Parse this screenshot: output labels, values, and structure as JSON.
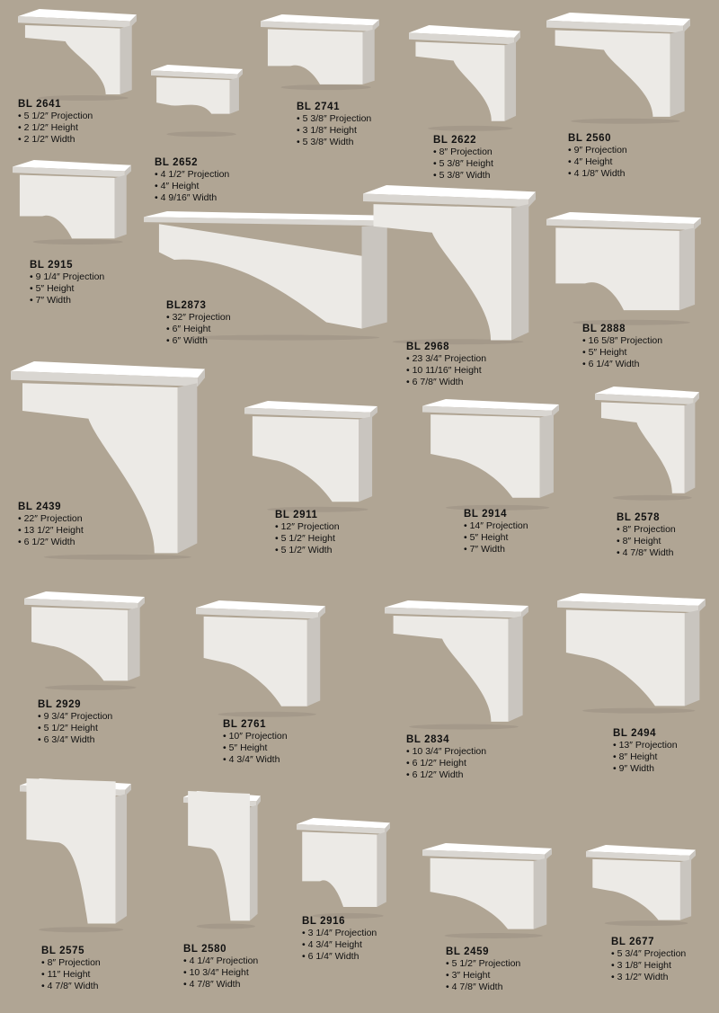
{
  "products": [
    {
      "code": "BL 2641",
      "specs": [
        "5 1/2″ Projection",
        "2 1/2″ Height",
        "2 1/2″ Width"
      ]
    },
    {
      "code": "BL 2652",
      "specs": [
        "4 1/2″ Projection",
        "4″ Height",
        "4 9/16″ Width"
      ]
    },
    {
      "code": "BL 2741",
      "specs": [
        "5 3/8″ Projection",
        "3 1/8″ Height",
        "5 3/8″ Width"
      ]
    },
    {
      "code": "BL 2622",
      "specs": [
        "8″ Projection",
        "5 3/8″ Height",
        "5 3/8″ Width"
      ]
    },
    {
      "code": "BL 2560",
      "specs": [
        "9″ Projection",
        "4″ Height",
        "4 1/8″ Width"
      ]
    },
    {
      "code": "BL 2915",
      "specs": [
        "9 1/4″ Projection",
        "5″ Height",
        "7″ Width"
      ]
    },
    {
      "code": "BL2873",
      "specs": [
        "32″ Projection",
        "6″ Height",
        "6″ Width"
      ]
    },
    {
      "code": "BL 2968",
      "specs": [
        "23 3/4″ Projection",
        "10 11/16″ Height",
        "6 7/8″ Width"
      ]
    },
    {
      "code": "BL 2888",
      "specs": [
        "16 5/8″ Projection",
        "5″ Height",
        "6 1/4″ Width"
      ]
    },
    {
      "code": "BL 2439",
      "specs": [
        "22″ Projection",
        "13 1/2″ Height",
        "6 1/2″ Width"
      ]
    },
    {
      "code": "BL 2911",
      "specs": [
        "12″ Projection",
        "5 1/2″ Height",
        "5 1/2″ Width"
      ]
    },
    {
      "code": "BL 2914",
      "specs": [
        "14″ Projection",
        "5″ Height",
        "7″ Width"
      ]
    },
    {
      "code": "BL 2578",
      "specs": [
        "8″ Projection",
        "8″ Height",
        "4 7/8″ Width"
      ]
    },
    {
      "code": "BL 2929",
      "specs": [
        "9 3/4″ Projection",
        "5 1/2″ Height",
        "6 3/4″ Width"
      ]
    },
    {
      "code": "BL 2761",
      "specs": [
        "10″ Projection",
        "5″ Height",
        "4 3/4″ Width"
      ]
    },
    {
      "code": "BL 2834",
      "specs": [
        "10 3/4″ Projection",
        "6 1/2″ Height",
        "6 1/2″ Width"
      ]
    },
    {
      "code": "BL 2494",
      "specs": [
        "13″ Projection",
        "8″ Height",
        "9″ Width"
      ]
    },
    {
      "code": "BL 2575",
      "specs": [
        "8″ Projection",
        "11″ Height",
        "4 7/8″ Width"
      ]
    },
    {
      "code": "BL 2580",
      "specs": [
        "4 1/4″ Projection",
        "10 3/4″ Height",
        "4 7/8″ Width"
      ]
    },
    {
      "code": "BL 2916",
      "specs": [
        "3 1/4″ Projection",
        "4 3/4″ Height",
        "6 1/4″ Width"
      ]
    },
    {
      "code": "BL 2459",
      "specs": [
        "5 1/2″ Projection",
        "3″ Height",
        "4 7/8″ Width"
      ]
    },
    {
      "code": "BL 2677",
      "specs": [
        "5 3/4″ Projection",
        "3 1/8″ Height",
        "3 1/2″ Width"
      ]
    }
  ]
}
